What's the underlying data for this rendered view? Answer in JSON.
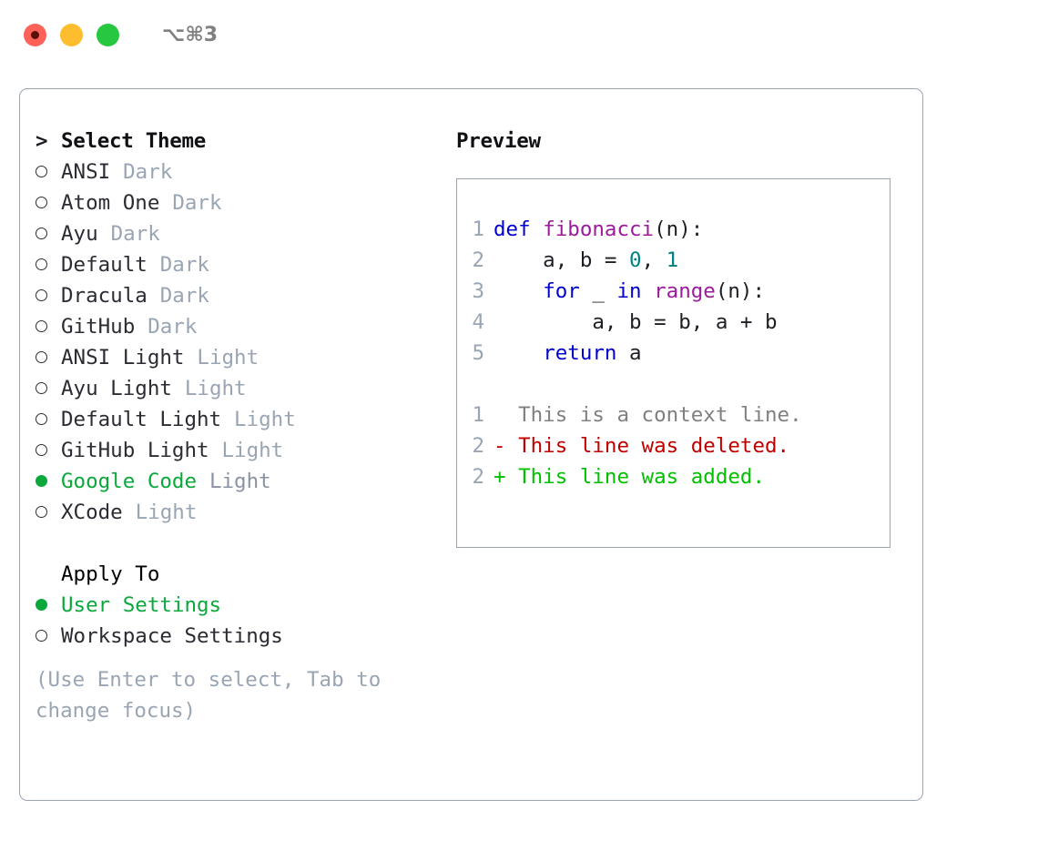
{
  "titlebar": {
    "buttons": [
      {
        "name": "close",
        "color": "#fd6158"
      },
      {
        "name": "minimize",
        "color": "#fdbd2e"
      },
      {
        "name": "maximize",
        "color": "#27c840"
      }
    ],
    "shortcut": "⌥⌘3"
  },
  "theme_section": {
    "prefix": ">",
    "heading": "Select Theme",
    "items": [
      {
        "label": "ANSI",
        "variant": "Dark",
        "selected": false
      },
      {
        "label": "Atom One",
        "variant": "Dark",
        "selected": false
      },
      {
        "label": "Ayu",
        "variant": "Dark",
        "selected": false
      },
      {
        "label": "Default",
        "variant": "Dark",
        "selected": false
      },
      {
        "label": "Dracula",
        "variant": "Dark",
        "selected": false
      },
      {
        "label": "GitHub",
        "variant": "Dark",
        "selected": false
      },
      {
        "label": "ANSI Light",
        "variant": "Light",
        "selected": false
      },
      {
        "label": "Ayu Light",
        "variant": "Light",
        "selected": false
      },
      {
        "label": "Default Light",
        "variant": "Light",
        "selected": false
      },
      {
        "label": "GitHub Light",
        "variant": "Light",
        "selected": false
      },
      {
        "label": "Google Code",
        "variant": "Light",
        "selected": true
      },
      {
        "label": "XCode",
        "variant": "Light",
        "selected": false
      }
    ]
  },
  "apply_section": {
    "heading": "Apply To",
    "items": [
      {
        "label": "User Settings",
        "selected": true
      },
      {
        "label": "Workspace Settings",
        "selected": false
      }
    ]
  },
  "hint": "(Use Enter to select, Tab to change focus)",
  "preview": {
    "title": "Preview",
    "code_lines": [
      {
        "no": "1",
        "tokens": [
          {
            "t": "def",
            "c": "kw"
          },
          {
            "t": " ",
            "c": "pl"
          },
          {
            "t": "fibonacci",
            "c": "fn"
          },
          {
            "t": "(n):",
            "c": "pl"
          }
        ]
      },
      {
        "no": "2",
        "tokens": [
          {
            "t": "    a, b = ",
            "c": "pl"
          },
          {
            "t": "0",
            "c": "num"
          },
          {
            "t": ", ",
            "c": "pl"
          },
          {
            "t": "1",
            "c": "num"
          }
        ]
      },
      {
        "no": "3",
        "tokens": [
          {
            "t": "    ",
            "c": "pl"
          },
          {
            "t": "for",
            "c": "kw"
          },
          {
            "t": " _ ",
            "c": "pl"
          },
          {
            "t": "in",
            "c": "kw"
          },
          {
            "t": " ",
            "c": "pl"
          },
          {
            "t": "range",
            "c": "fn"
          },
          {
            "t": "(n):",
            "c": "pl"
          }
        ]
      },
      {
        "no": "4",
        "tokens": [
          {
            "t": "        a, b = b, a + b",
            "c": "pl"
          }
        ]
      },
      {
        "no": "5",
        "tokens": [
          {
            "t": "    ",
            "c": "pl"
          },
          {
            "t": "return",
            "c": "kw"
          },
          {
            "t": " a",
            "c": "pl"
          }
        ]
      }
    ],
    "diff_lines": [
      {
        "no": "1",
        "marker": " ",
        "text": " This is a context line.",
        "kind": "ctx"
      },
      {
        "no": "2",
        "marker": "-",
        "text": " This line was deleted.",
        "kind": "del"
      },
      {
        "no": "2",
        "marker": "+",
        "text": " This line was added.",
        "kind": "add"
      }
    ]
  },
  "colors": {
    "accent_green": "#0ba83c",
    "muted": "#9aa5b4",
    "keyword": "#0000cf",
    "function": "#9c1a9c",
    "number": "#008080",
    "diff_delete": "#c00000",
    "diff_add": "#00c000",
    "border": "#9aa5b4"
  }
}
